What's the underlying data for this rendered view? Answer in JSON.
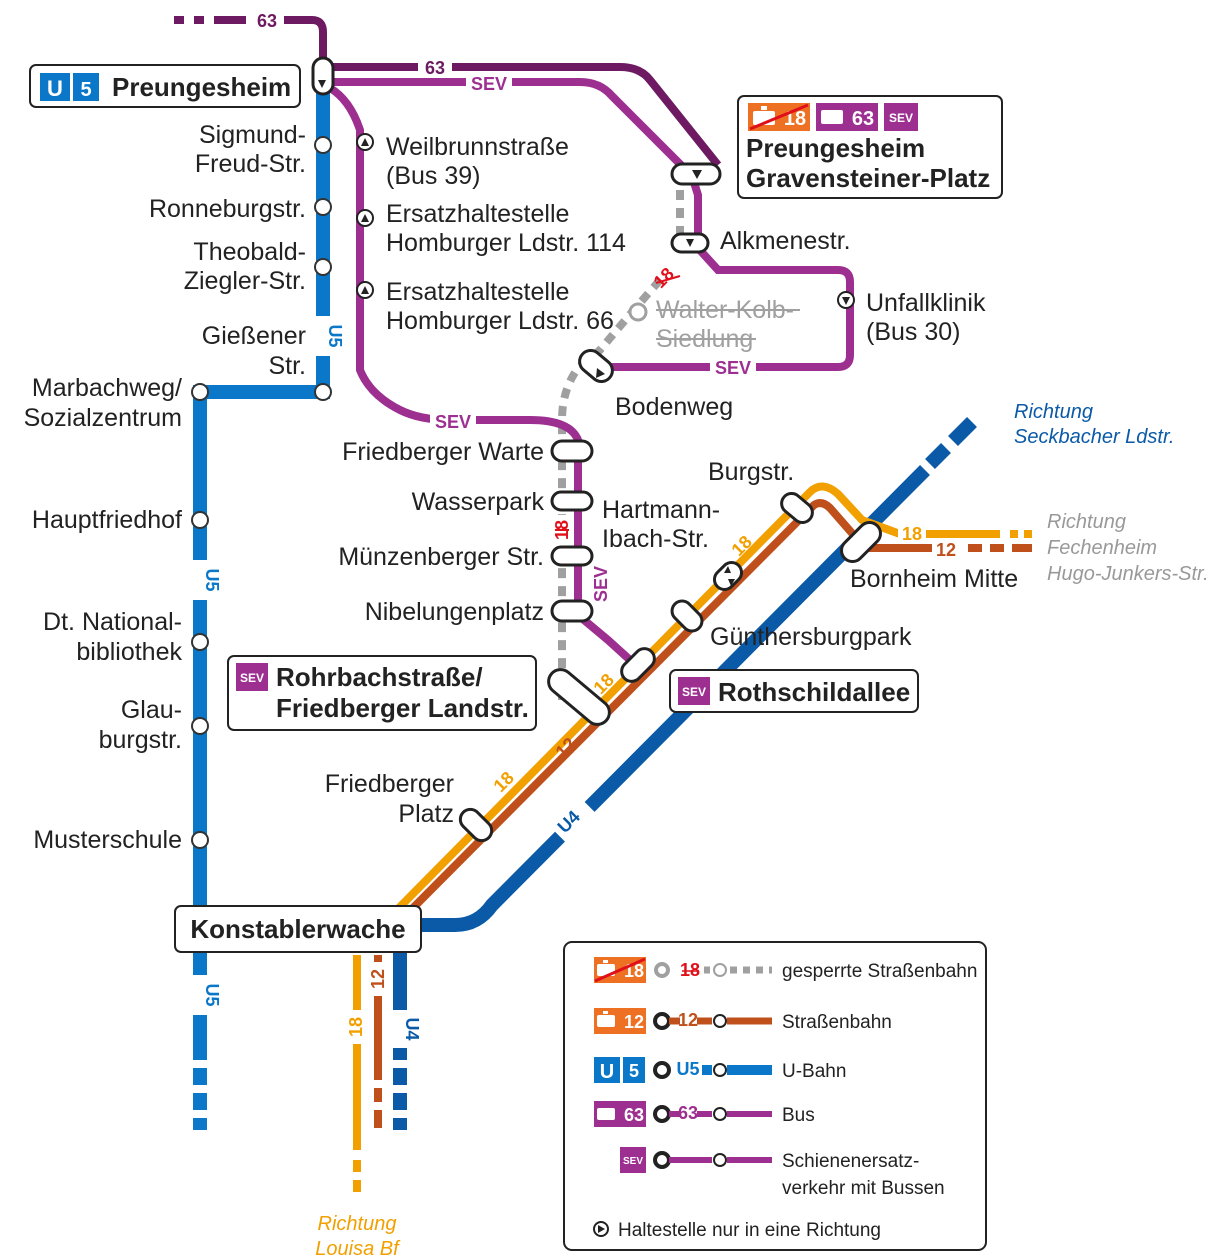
{
  "colors": {
    "u5": "#0a77c8",
    "u4": "#0a5aa8",
    "bus63": "#6e1a62",
    "sev": "#9c2f90",
    "tram18": "#f2a000",
    "tram12": "#c0501b",
    "closed": "#a0a0a0",
    "red": "#e0101a",
    "badge_orange": "#ee7023"
  },
  "lines": {
    "u5": "U5",
    "u4": "U4",
    "l63": "63",
    "l18": "18",
    "l12": "12",
    "sev": "SEV",
    "u": "U",
    "five": "5"
  },
  "hubs": {
    "preungesheim": "Preungesheim",
    "gravensteiner_1": "Preungesheim",
    "gravensteiner_2": "Gravensteiner-Platz",
    "rohrbach_1": "Rohrbachstraße/",
    "rohrbach_2": "Friedberger Landstr.",
    "rothschild": "Rothschildallee",
    "konstabler": "Konstablerwache"
  },
  "stops": {
    "sigmund_1": "Sigmund-",
    "sigmund_2": "Freud-Str.",
    "ronneburg": "Ronneburgstr.",
    "theobald_1": "Theobald-",
    "theobald_2": "Ziegler-Str.",
    "giessener_1": "Gießener",
    "giessener_2": "Str.",
    "marbach_1": "Marbachweg/",
    "marbach_2": "Sozialzentrum",
    "hauptfriedhof": "Hauptfriedhof",
    "national_1": "Dt. National-",
    "national_2": "bibliothek",
    "glau_1": "Glau-",
    "glau_2": "burgstr.",
    "musterschule": "Musterschule",
    "weilbrunn_1": "Weilbrunnstraße",
    "weilbrunn_2": "(Bus 39)",
    "ersatz114_1": "Ersatzhaltestelle",
    "ersatz114_2": "Homburger Ldstr. 114",
    "ersatz66_1": "Ersatzhaltestelle",
    "ersatz66_2": "Homburger Ldstr. 66",
    "alkmene": "Alkmenestr.",
    "unfall_1": "Unfallklinik",
    "unfall_2": "(Bus 30)",
    "walter_1": "Walter-Kolb-",
    "walter_2": "Siedlung",
    "bodenweg": "Bodenweg",
    "friedberger_warte": "Friedberger Warte",
    "wasserpark": "Wasserpark",
    "muenzenberger": "Münzenberger Str.",
    "nibelungen": "Nibelungenplatz",
    "hartmann_1": "Hartmann-",
    "hartmann_2": "Ibach-Str.",
    "burgstr": "Burgstr.",
    "bornheim": "Bornheim Mitte",
    "guenthersburg": "Günthersburgpark",
    "friedberger_platz_1": "Friedberger",
    "friedberger_platz_2": "Platz"
  },
  "directions": {
    "seckbach_1": "Richtung",
    "seckbach_2": "Seckbacher Ldstr.",
    "fechenheim_1": "Richtung",
    "fechenheim_2": "Fechenheim",
    "fechenheim_3": "Hugo-Junkers-Str.",
    "louisa_1": "Richtung",
    "louisa_2": "Louisa Bf"
  },
  "legend": {
    "closed": "gesperrte Straßenbahn",
    "tram": "Straßenbahn",
    "ubahn": "U-Bahn",
    "bus": "Bus",
    "sev_1": "Schienenersatz-",
    "sev_2": "verkehr mit Bussen",
    "oneway": "Haltestelle nur in eine Richtung"
  },
  "icons": [
    "tram-icon",
    "bus-icon",
    "one-way-stop-icon"
  ]
}
